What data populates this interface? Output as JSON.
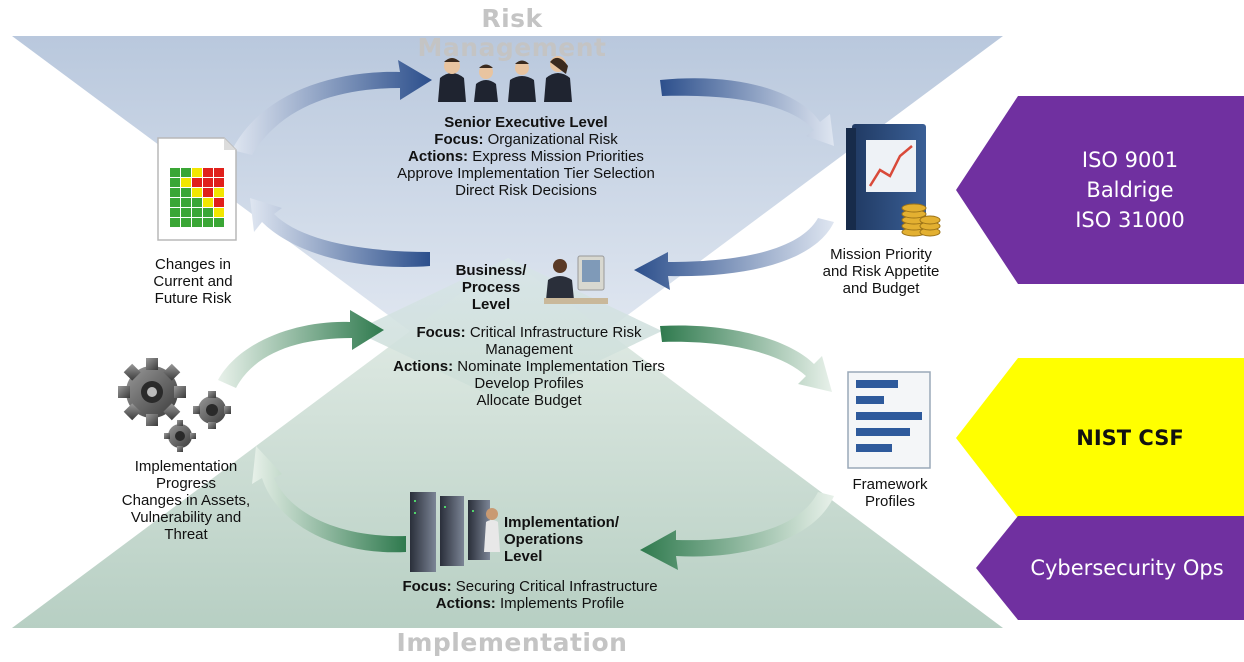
{
  "banners": {
    "top": "Risk Management",
    "bottom": "Implementation"
  },
  "senior": {
    "title": "Senior Executive Level",
    "focus_label": "Focus:",
    "focus": "Organizational Risk",
    "actions_label": "Actions:",
    "actions": [
      "Express Mission Priorities",
      "Approve Implementation Tier Selection",
      "Direct Risk Decisions"
    ]
  },
  "left_top": {
    "lines": [
      "Changes in",
      "Current and",
      "Future Risk"
    ]
  },
  "right_top": {
    "lines": [
      "Mission Priority",
      "and Risk Appetite",
      "and Budget"
    ]
  },
  "business": {
    "title": [
      "Business/",
      "Process",
      "Level"
    ],
    "focus_label": "Focus:",
    "focus": [
      "Critical Infrastructure Risk",
      "Management"
    ],
    "actions_label": "Actions:",
    "actions": [
      "Nominate Implementation Tiers",
      "Develop Profiles",
      "Allocate Budget"
    ]
  },
  "left_bottom": {
    "lines": [
      "Implementation",
      "Progress",
      "Changes in Assets,",
      "Vulnerability and",
      "Threat"
    ]
  },
  "right_bottom": {
    "lines": [
      "Framework",
      "Profiles"
    ]
  },
  "implementation": {
    "title": [
      "Implementation/",
      "Operations",
      "Level"
    ],
    "focus_label": "Focus:",
    "focus": "Securing Critical Infrastructure",
    "actions_label": "Actions:",
    "actions": "Implements Profile"
  },
  "arrows": {
    "top": [
      "ISO 9001",
      "Baldrige",
      "ISO 31000"
    ],
    "middle": "NIST CSF",
    "bottom": "Cybersecurity Ops"
  },
  "colors": {
    "purple": "#7030a0",
    "yellow": "#ffff00",
    "heatmap": [
      [
        "#3aa635",
        "#3aa635",
        "#f2e600",
        "#e0201b",
        "#e0201b"
      ],
      [
        "#3aa635",
        "#f2e600",
        "#e0201b",
        "#e0201b",
        "#e0201b"
      ],
      [
        "#3aa635",
        "#3aa635",
        "#f2e600",
        "#e0201b",
        "#f2e600"
      ],
      [
        "#3aa635",
        "#3aa635",
        "#3aa635",
        "#f2e600",
        "#e0201b"
      ],
      [
        "#3aa635",
        "#3aa635",
        "#3aa635",
        "#3aa635",
        "#f2e600"
      ],
      [
        "#3aa635",
        "#3aa635",
        "#3aa635",
        "#3aa635",
        "#3aa635"
      ]
    ]
  }
}
